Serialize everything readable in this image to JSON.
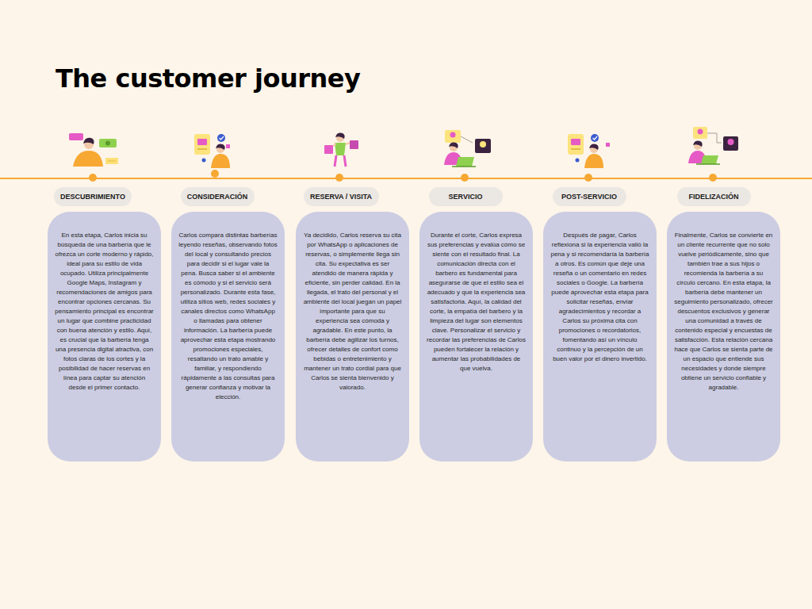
{
  "diagram": {
    "title": "The customer journey",
    "nodes": [
      {
        "text": [
          "DESCUBRIMIENTO"
        ]
      },
      {
        "text": [
          "En esta etapa, Carlos inicia su búsqueda de una barbería que le ofrezca un corte moderno y rápido, ideal para su estilo de vida ocupado. Utiliza principalmente Google Maps, Instagram y recomendaciones de amigos para encontrar opciones cercanas. Su pensamiento principal es encontrar un lugar que combine practicidad con buena atención y estilo. Aquí, es crucial que la barbería tenga una presencia digital atractiva, con fotos claras de los cortes y la posibilidad de hacer reservas en línea para captar su atención desde el primer contacto."
        ]
      },
      {
        "text": [
          "CONSIDERACIÓN"
        ]
      },
      {
        "text": [
          "Carlos compara distintas barberías leyendo reseñas, observando fotos del local y consultando precios para decidir si el lugar vale la pena. Busca saber si el ambiente es cómodo y si el servicio será personalizado. Durante esta fase, utiliza sitios web, redes sociales y canales directos como WhatsApp o llamadas para obtener información. La barbería puede aprovechar esta etapa mostrando promociones especiales, resaltando un trato amable y familiar, y respondiendo rápidamente a las consultas para generar confianza y motivar la elección."
        ]
      },
      {
        "text": [
          "RESERVA / VISITA"
        ]
      },
      {
        "text": [
          "Ya decidido, Carlos reserva su cita por WhatsApp o aplicaciones de reservas, o simplemente llega sin cita. Su expectativa es ser atendido de manera rápida y eficiente, sin perder calidad. En la llegada, el trato del personal y el ambiente del local juegan un papel importante para que su experiencia sea cómoda y agradable. En este punto, la barbería debe agilizar los turnos, ofrecer detalles de confort como bebidas o entretenimiento y mantener un trato cordial para que Carlos se sienta bienvenido y valorado."
        ]
      },
      {
        "text": [
          "SERVICIO"
        ]
      },
      {
        "text": [
          "Durante el corte, Carlos expresa sus preferencias y evalúa cómo se siente con el resultado final. La comunicación directa con el barbero es fundamental para asegurarse de que el estilo sea el adecuado y que la experiencia sea satisfactoria. Aquí, la calidad del corte, la empatía del barbero y la limpieza del lugar son elementos clave. Personalizar el servicio y recordar las preferencias de Carlos pueden fortalecer la relación y aumentar las probabilidades de que vuelva."
        ]
      },
      {
        "text": [
          "POST-SERVICIO"
        ]
      },
      {
        "text": [
          "Después de pagar, Carlos reflexiona si la experiencia valió la pena y si recomendaría la barbería a otros. Es común que deje una reseña o un comentario en redes sociales o Google. La barbería puede aprovechar esta etapa para solicitar reseñas, enviar agradecimientos y recordar a Carlos su próxima cita con promociones o recordatorios, fomentando así un vínculo continuo y la percepción de un buen valor por el dinero invertido."
        ]
      },
      {
        "text": [
          "FIDELIZACIÓN"
        ]
      },
      {
        "text": [
          "Finalmente, Carlos se convierte en un cliente recurrente que no solo vuelve periódicamente, sino que también trae a sus hijos o recomienda la barbería a su círculo cercano. En esta etapa, la barbería debe mantener un seguimiento personalizado, ofrecer descuentos exclusivos y generar una comunidad a través de contenido especial y encuestas de satisfacción. Esta relación cercana hace que Carlos se sienta parte de un espacio que entiende sus necesidades y donde siempre obtiene un servicio confiable y agradable."
        ]
      }
    ]
  }
}
